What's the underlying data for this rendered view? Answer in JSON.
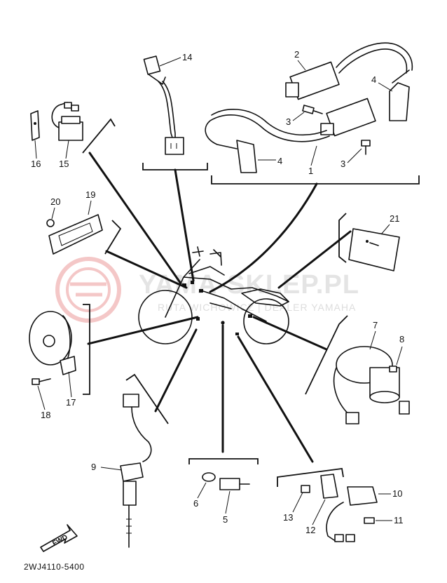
{
  "diagram": {
    "part_numbers": [
      "1",
      "2",
      "3",
      "3",
      "4",
      "4",
      "5",
      "6",
      "7",
      "8",
      "9",
      "10",
      "11",
      "12",
      "13",
      "14",
      "15",
      "16",
      "17",
      "18",
      "19",
      "20",
      "21"
    ],
    "diagram_code": "2WJ4110-5400",
    "direction_label": "FWD",
    "watermark": {
      "title": "YAMA-SKLEP.PL",
      "subtitle": "RUTA WICHOWICZ | DEALER YAMAHA"
    }
  }
}
